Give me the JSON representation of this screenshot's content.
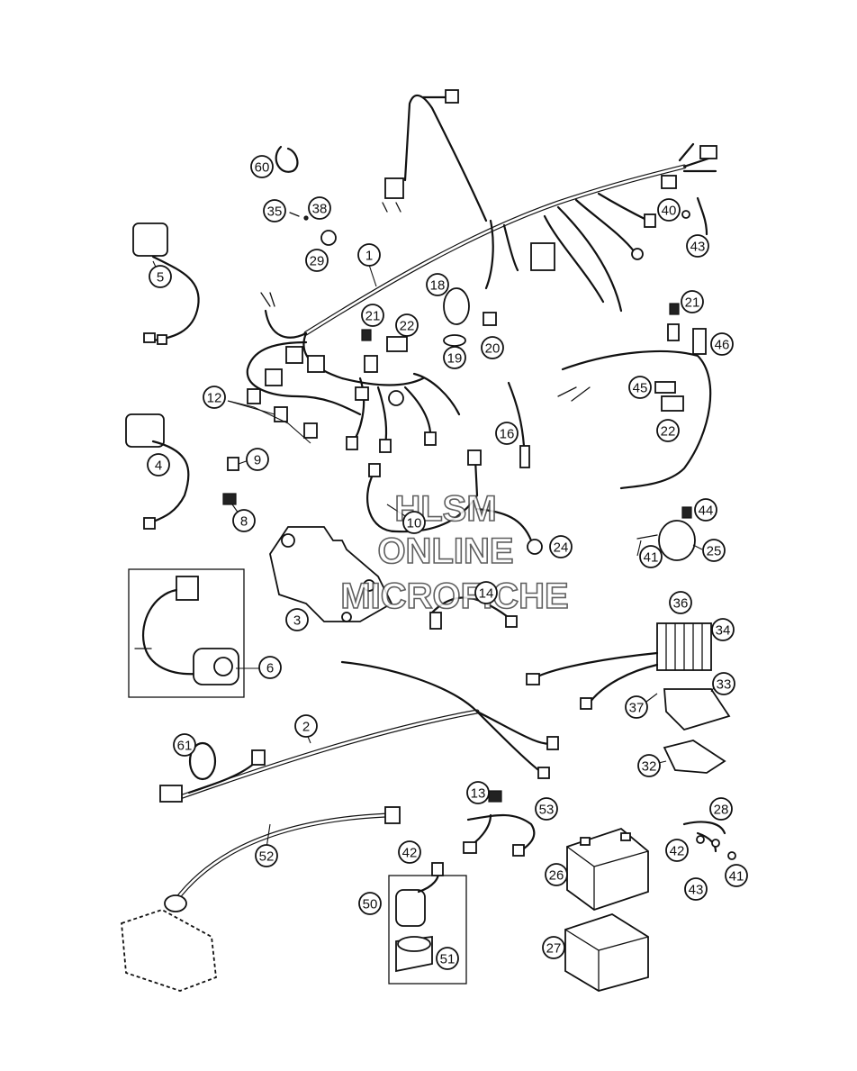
{
  "watermark": {
    "line1": "HLSM",
    "line2": "ONLINE",
    "line3": "MICROFICHE"
  },
  "callouts": [
    {
      "id": "c1",
      "label": "1"
    },
    {
      "id": "c2",
      "label": "2"
    },
    {
      "id": "c3",
      "label": "3"
    },
    {
      "id": "c4",
      "label": "4"
    },
    {
      "id": "c5",
      "label": "5"
    },
    {
      "id": "c6",
      "label": "6"
    },
    {
      "id": "c8",
      "label": "8"
    },
    {
      "id": "c9",
      "label": "9"
    },
    {
      "id": "c10",
      "label": "10"
    },
    {
      "id": "c12",
      "label": "12"
    },
    {
      "id": "c13",
      "label": "13"
    },
    {
      "id": "c14",
      "label": "14"
    },
    {
      "id": "c16",
      "label": "16"
    },
    {
      "id": "c18",
      "label": "18"
    },
    {
      "id": "c19",
      "label": "19"
    },
    {
      "id": "c20",
      "label": "20"
    },
    {
      "id": "c21a",
      "label": "21"
    },
    {
      "id": "c21b",
      "label": "21"
    },
    {
      "id": "c22a",
      "label": "22"
    },
    {
      "id": "c22b",
      "label": "22"
    },
    {
      "id": "c24",
      "label": "24"
    },
    {
      "id": "c25",
      "label": "25"
    },
    {
      "id": "c26",
      "label": "26"
    },
    {
      "id": "c27",
      "label": "27"
    },
    {
      "id": "c28",
      "label": "28"
    },
    {
      "id": "c29",
      "label": "29"
    },
    {
      "id": "c32",
      "label": "32"
    },
    {
      "id": "c33",
      "label": "33"
    },
    {
      "id": "c34",
      "label": "34"
    },
    {
      "id": "c35",
      "label": "35"
    },
    {
      "id": "c36",
      "label": "36"
    },
    {
      "id": "c37",
      "label": "37"
    },
    {
      "id": "c38",
      "label": "38"
    },
    {
      "id": "c40",
      "label": "40"
    },
    {
      "id": "c41a",
      "label": "41"
    },
    {
      "id": "c41b",
      "label": "41"
    },
    {
      "id": "c42a",
      "label": "42"
    },
    {
      "id": "c42b",
      "label": "42"
    },
    {
      "id": "c43a",
      "label": "43"
    },
    {
      "id": "c43b",
      "label": "43"
    },
    {
      "id": "c44",
      "label": "44"
    },
    {
      "id": "c45",
      "label": "45"
    },
    {
      "id": "c46",
      "label": "46"
    },
    {
      "id": "c50",
      "label": "50"
    },
    {
      "id": "c51",
      "label": "51"
    },
    {
      "id": "c52",
      "label": "52"
    },
    {
      "id": "c53",
      "label": "53"
    },
    {
      "id": "c60",
      "label": "60"
    },
    {
      "id": "c61",
      "label": "61"
    }
  ]
}
